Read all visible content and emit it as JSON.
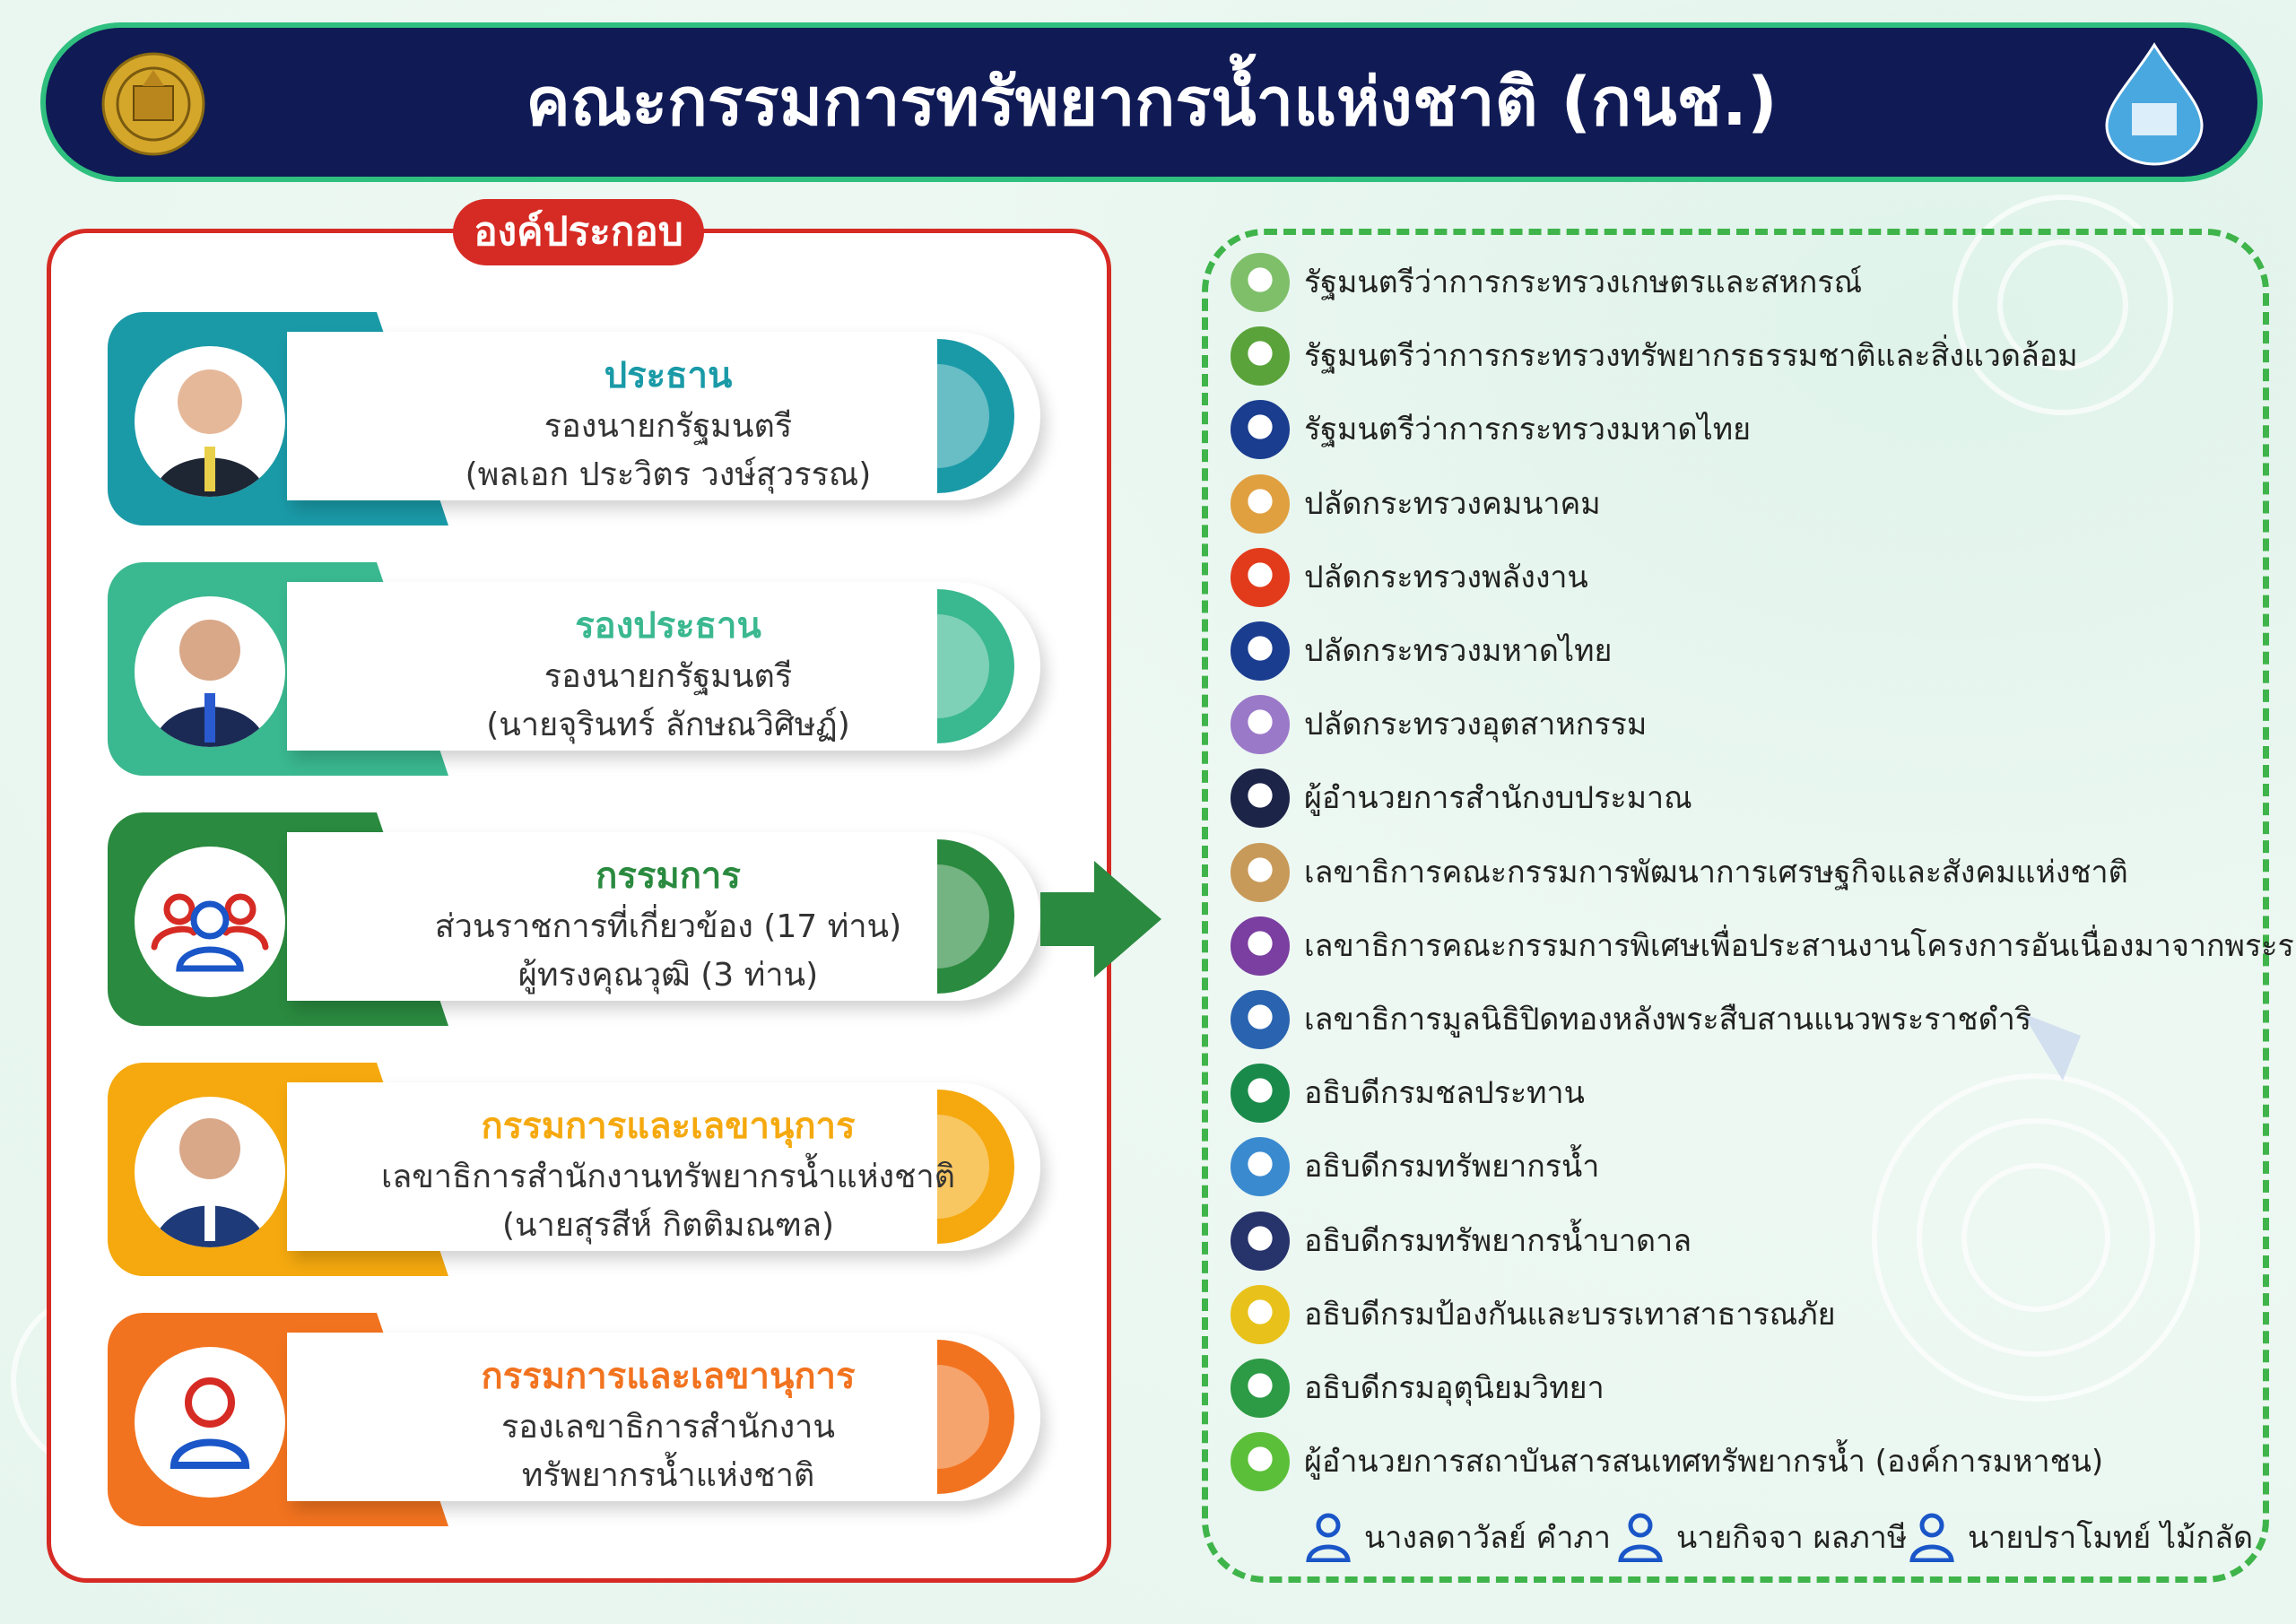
{
  "header": {
    "title": "คณะกรรมการทรัพยากรน้ำแห่งชาติ (กนช.)",
    "left_emblem": "government-seal-icon",
    "right_emblem": "onwr-water-drop-logo"
  },
  "composition_label": "องค์ประกอบ",
  "members": [
    {
      "role": "ประธาน",
      "line1": "รองนายกรัฐมนตรี",
      "line2": "(พลเอก ประวิตร วงษ์สุวรรณ)",
      "color": "#1a9aa7",
      "avatar": "person-photo"
    },
    {
      "role": "รองประธาน",
      "line1": "รองนายกรัฐมนตรี",
      "line2": "(นายจุรินทร์ ลักษณวิศิษฏ์)",
      "color": "#3ab88f",
      "avatar": "person-photo"
    },
    {
      "role": "กรรมการ",
      "line1": "ส่วนราชการที่เกี่ยวข้อง (17 ท่าน)",
      "line2": "ผู้ทรงคุณวุฒิ (3 ท่าน)",
      "color": "#2a8a3f",
      "avatar": "group-icon"
    },
    {
      "role": "กรรมการและเลขานุการ",
      "line1": "เลขาธิการสำนักงานทรัพยากรน้ำแห่งชาติ",
      "line2": "(นายสุรสีห์ กิตติมณฑล)",
      "color": "#f5a90e",
      "avatar": "person-photo"
    },
    {
      "role": "กรรมการและเลขานุการ",
      "line1": "รองเลขาธิการสำนักงาน",
      "line2": "ทรัพยากรน้ำแห่งชาติ",
      "color": "#f2731f",
      "avatar": "user-icon"
    }
  ],
  "committee": [
    {
      "text": "รัฐมนตรีว่าการกระทรวงเกษตรและสหกรณ์",
      "logo_color": "#7fbf6a"
    },
    {
      "text": "รัฐมนตรีว่าการกระทรวงทรัพยากรธรรมชาติและสิ่งแวดล้อม",
      "logo_color": "#5aa33a"
    },
    {
      "text": "รัฐมนตรีว่าการกระทรวงมหาดไทย",
      "logo_color": "#1a3d8f"
    },
    {
      "text": "ปลัดกระทรวงคมนาคม",
      "logo_color": "#e0a040"
    },
    {
      "text": "ปลัดกระทรวงพลังงาน",
      "logo_color": "#e23b1c"
    },
    {
      "text": "ปลัดกระทรวงมหาดไทย",
      "logo_color": "#1a3d8f"
    },
    {
      "text": "ปลัดกระทรวงอุตสาหกรรม",
      "logo_color": "#9b79c9"
    },
    {
      "text": "ผู้อำนวยการสำนักงบประมาณ",
      "logo_color": "#1c2448"
    },
    {
      "text": "เลขาธิการคณะกรรมการพัฒนาการเศรษฐกิจและสังคมแห่งชาติ",
      "logo_color": "#c89a5a"
    },
    {
      "text": "เลขาธิการคณะกรรมการพิเศษเพื่อประสานงานโครงการอันเนื่องมาจากพระราชดำริ",
      "logo_color": "#7a3fa0"
    },
    {
      "text": "เลขาธิการมูลนิธิปิดทองหลังพระสืบสานแนวพระราชดำริ",
      "logo_color": "#2a64b0"
    },
    {
      "text": "อธิบดีกรมชลประทาน",
      "logo_color": "#1a8a4a"
    },
    {
      "text": "อธิบดีกรมทรัพยากรน้ำ",
      "logo_color": "#3a8ad0"
    },
    {
      "text": "อธิบดีกรมทรัพยากรน้ำบาดาล",
      "logo_color": "#27336b"
    },
    {
      "text": "อธิบดีกรมป้องกันและบรรเทาสาธารณภัย",
      "logo_color": "#e8c21a"
    },
    {
      "text": "อธิบดีกรมอุตุนิยมวิทยา",
      "logo_color": "#2d9a45"
    },
    {
      "text": "ผู้อำนวยการสถาบันสารสนเทศทรัพยากรน้ำ (องค์การมหาชน)",
      "logo_color": "#5cbf3a"
    }
  ],
  "experts": [
    "นางลดาวัลย์ คำภา",
    "นายกิจจา ผลภาษี",
    "นายปราโมทย์ ไม้กลัด"
  ],
  "colors": {
    "header_bg": "#101a55",
    "header_border": "#2fbf7f",
    "left_border": "#d62b24",
    "right_border": "#3fb44a",
    "user_icon": "#1a56c8"
  }
}
